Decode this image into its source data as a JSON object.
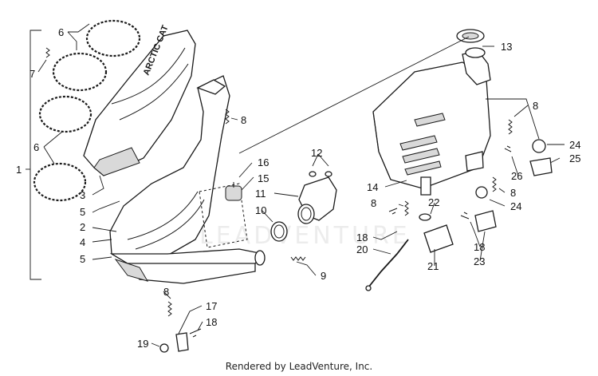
{
  "diagram": {
    "callouts": {
      "c1": "1",
      "c2": "2",
      "c3": "3",
      "c4": "4",
      "c5a": "5",
      "c5b": "5",
      "c6a": "6",
      "c6b": "6",
      "c7": "7",
      "c8a": "8",
      "c8b": "8",
      "c8c": "8",
      "c8d": "8",
      "c8e": "8",
      "c9": "9",
      "c10": "10",
      "c11": "11",
      "c12": "12",
      "c13": "13",
      "c14": "14",
      "c15": "15",
      "c16": "16",
      "c17": "17",
      "c18a": "18",
      "c18b": "18",
      "c18c": "18",
      "c19": "19",
      "c20": "20",
      "c21": "21",
      "c22": "22",
      "c23": "23",
      "c24a": "24",
      "c24b": "24",
      "c25": "25",
      "c26": "26"
    },
    "watermark": "LEADVENTURE",
    "muffler_logo": "ARCTIC CAT",
    "footer": "Rendered by LeadVenture, Inc."
  }
}
